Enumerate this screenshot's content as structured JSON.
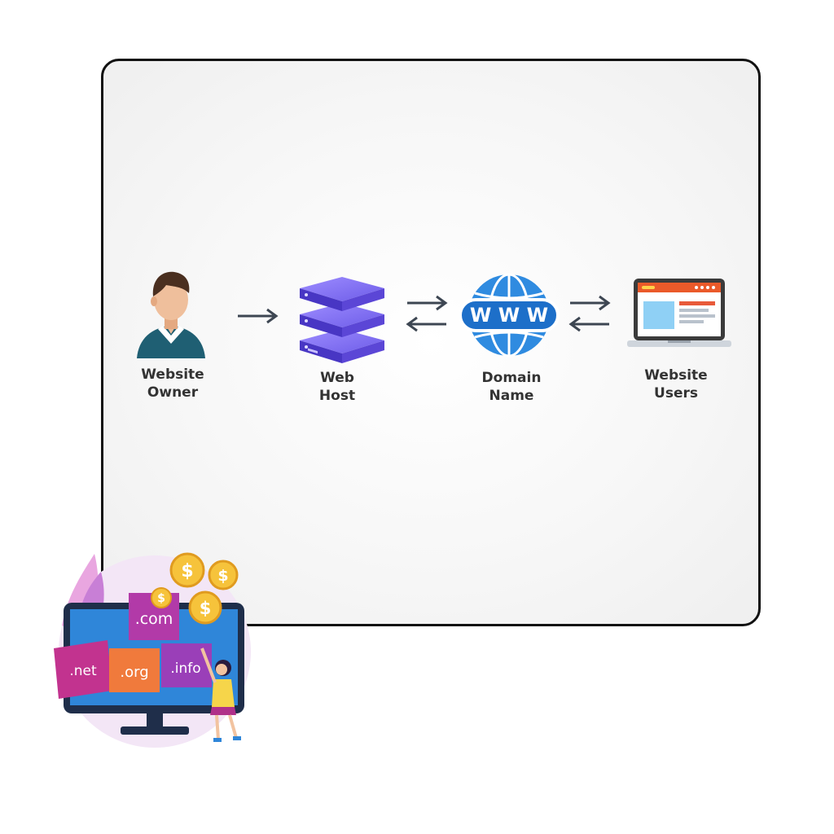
{
  "diagram": {
    "nodes": [
      {
        "id": "owner",
        "line1": "Website",
        "line2": "Owner",
        "icon": "person-icon"
      },
      {
        "id": "host",
        "line1": "Web",
        "line2": "Host",
        "icon": "server-stack-icon"
      },
      {
        "id": "domain",
        "line1": "Domain",
        "line2": "Name",
        "icon": "globe-www-icon"
      },
      {
        "id": "users",
        "line1": "Website",
        "line2": "Users",
        "icon": "laptop-icon"
      }
    ],
    "globe_text": "W W W",
    "edges": [
      {
        "from": "owner",
        "to": "host",
        "direction": "one-way"
      },
      {
        "from": "host",
        "to": "domain",
        "direction": "two-way"
      },
      {
        "from": "domain",
        "to": "users",
        "direction": "two-way"
      }
    ]
  },
  "illustration": {
    "tlds": [
      ".com",
      ".net",
      ".org",
      ".info"
    ],
    "coin_symbol": "$",
    "colors": {
      "monitor": "#2f86d9",
      "com": "#b23aa8",
      "net": "#c2338f",
      "org": "#f07a3c",
      "info": "#9a3fb8",
      "coin": "#f6c33b"
    }
  }
}
